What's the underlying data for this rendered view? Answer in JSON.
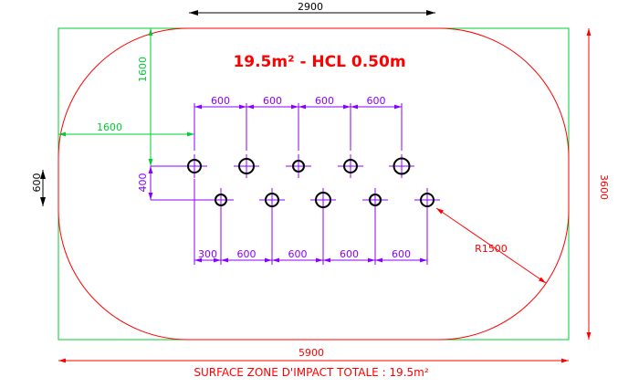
{
  "title": "19.5m² - HCL 0.50m",
  "caption": "SURFACE ZONE D'IMPACT TOTALE : 19.5m²",
  "dims": {
    "top_straight": "2900",
    "total_width": "5900",
    "total_height": "3600",
    "left_small": "600",
    "green_vertical": "1600",
    "green_horizontal": "1600",
    "row_offset": "400",
    "radius": "R1500",
    "top_spacings": [
      "600",
      "600",
      "600",
      "600"
    ],
    "bottom_offset": "300",
    "bottom_spacings": [
      "600",
      "600",
      "600",
      "600"
    ]
  },
  "colors": {
    "red": "#ff0000",
    "green": "#00cc33",
    "purple": "#8800ff",
    "black": "#000000"
  }
}
